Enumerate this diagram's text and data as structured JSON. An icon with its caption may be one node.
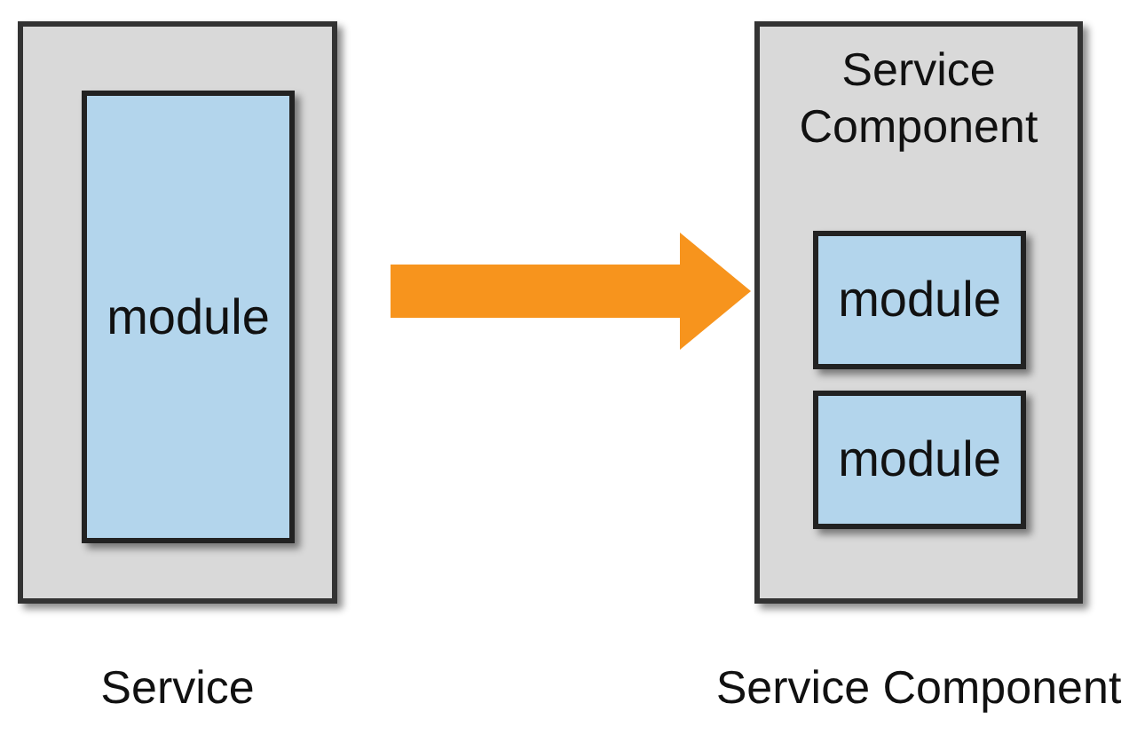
{
  "diagram": {
    "nodes": [
      {
        "text": [],
        "shape": "box",
        "beside": [
          "Service"
        ]
      },
      {
        "text": [
          "module"
        ],
        "in": 0
      },
      {
        "text": [
          "Service Component"
        ],
        "beside": [
          "Service Component"
        ]
      },
      {
        "text": [
          "module"
        ],
        "in": 2
      },
      {
        "text": [
          "module"
        ],
        "in": 2
      }
    ],
    "edges": [
      {
        "from": 0,
        "to": 2,
        "arrow": "to",
        "color": "#f7941d"
      }
    ]
  }
}
